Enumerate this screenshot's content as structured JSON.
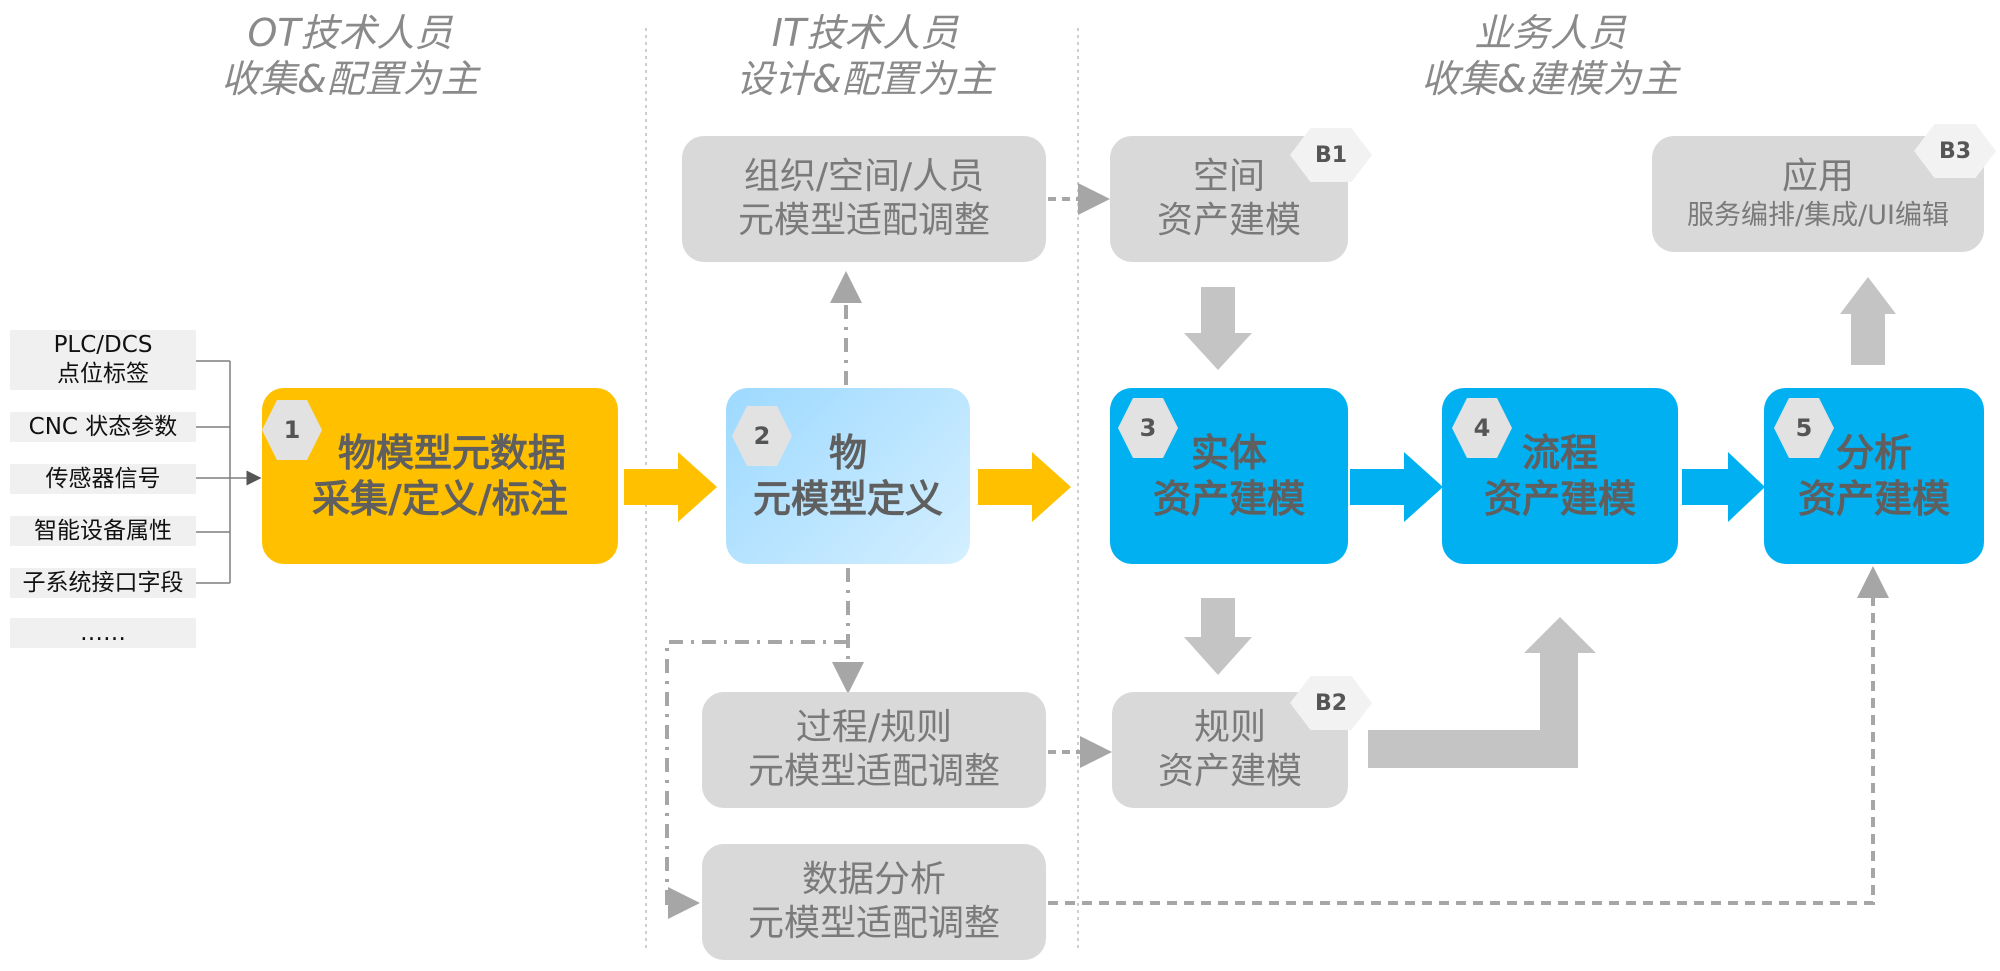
{
  "columns": {
    "ot": {
      "line1": "OT技术人员",
      "line2": "收集&配置为主"
    },
    "it": {
      "line1": "IT技术人员",
      "line2": "设计&配置为主"
    },
    "biz": {
      "line1": "业务人员",
      "line2": "收集&建模为主"
    }
  },
  "sources": [
    {
      "line1": "PLC/DCS",
      "line2": "点位标签"
    },
    {
      "line1": "CNC 状态参数",
      "line2": ""
    },
    {
      "line1": "传感器信号",
      "line2": ""
    },
    {
      "line1": "智能设备属性",
      "line2": ""
    },
    {
      "line1": "子系统接口字段",
      "line2": ""
    },
    {
      "line1": "……",
      "line2": ""
    }
  ],
  "steps": {
    "s1": {
      "num": "1",
      "line1": "物模型元数据",
      "line2": "采集/定义/标注"
    },
    "s2": {
      "num": "2",
      "line1": "物",
      "line2": "元模型定义"
    },
    "s3": {
      "num": "3",
      "line1": "实体",
      "line2": "资产建模"
    },
    "s4": {
      "num": "4",
      "line1": "流程",
      "line2": "资产建模"
    },
    "s5": {
      "num": "5",
      "line1": "分析",
      "line2": "资产建模"
    }
  },
  "adapt": {
    "org": {
      "line1": "组织/空间/人员",
      "line2": "元模型适配调整"
    },
    "process": {
      "line1": "过程/规则",
      "line2": "元模型适配调整"
    },
    "analysis": {
      "line1": "数据分析",
      "line2": "元模型适配调整"
    }
  },
  "business": {
    "b1": {
      "badge": "B1",
      "line1": "空间",
      "line2": "资产建模"
    },
    "b2": {
      "badge": "B2",
      "line1": "规则",
      "line2": "资产建模"
    },
    "b3": {
      "badge": "B3",
      "line1": "应用",
      "line2": "服务编排/集成/UI编辑"
    }
  },
  "colors": {
    "yellow": "#ffc000",
    "blue": "#00b0f0",
    "light_blue": "#bfe6ff",
    "gray_box": "#d9d9d9",
    "gray_arrow": "#c4c4c4",
    "dashed": "#a6a6a6",
    "header_text": "#8a8a8a"
  }
}
